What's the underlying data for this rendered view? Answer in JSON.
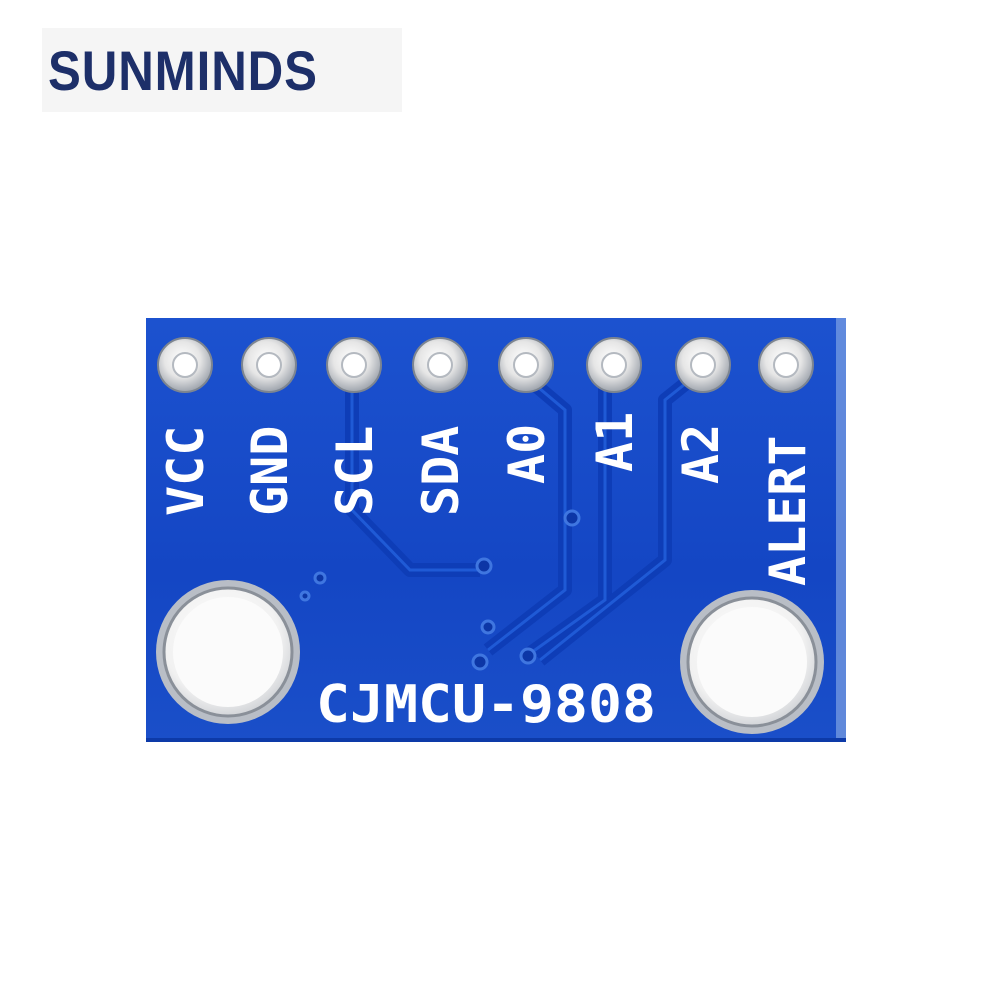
{
  "brand": {
    "name": "SUNMINDS",
    "color": "#1d2f69"
  },
  "board": {
    "label": "CJMCU-9808",
    "pcb_color": "#1549c8",
    "pins": [
      "VCC",
      "GND",
      "SCL",
      "SDA",
      "A0",
      "A1",
      "A2",
      "ALERT"
    ]
  }
}
